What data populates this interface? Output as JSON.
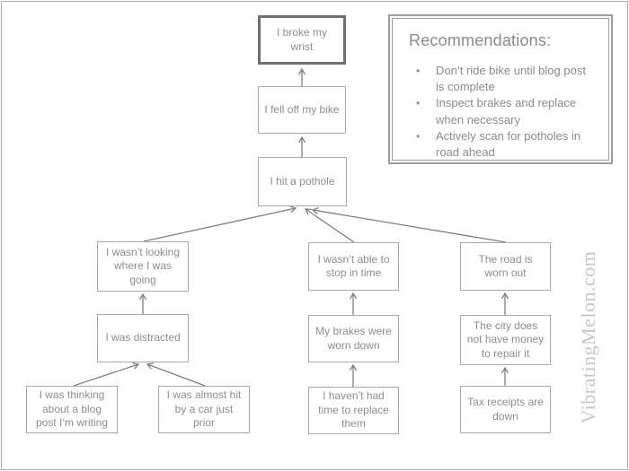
{
  "page": {
    "background_color": "#ffffff",
    "border_color": "#adadad"
  },
  "diagram": {
    "type": "cause-tree",
    "colors": {
      "node_border": "#a8a8a8",
      "node_border_emphasis": "#6f6f6f",
      "node_text": "#8d8d8d",
      "arrow": "#7f7f7f"
    },
    "nodes": [
      {
        "id": "broke-wrist",
        "label": "I broke my wrist",
        "emphasis": true
      },
      {
        "id": "fell-off-bike",
        "label": "I fell off my bike"
      },
      {
        "id": "hit-pothole",
        "label": "I hit a pothole"
      },
      {
        "id": "wasnt-looking",
        "label": "I wasn’t looking where I was going"
      },
      {
        "id": "distracted",
        "label": "I was distracted"
      },
      {
        "id": "thinking-blog-post",
        "label": "I was thinking about a blog post I’m writing"
      },
      {
        "id": "almost-hit-by-car",
        "label": "I was almost hit by a car just prior"
      },
      {
        "id": "couldnt-stop",
        "label": "I wasn’t able to stop in time"
      },
      {
        "id": "brakes-worn",
        "label": "My brakes were worn down"
      },
      {
        "id": "no-time-to-replace",
        "label": "I haven’t had time to replace them"
      },
      {
        "id": "road-worn-out",
        "label": "The road is worn out"
      },
      {
        "id": "city-no-money",
        "label": "The city does not have money to repair it"
      },
      {
        "id": "tax-receipts-down",
        "label": "Tax receipts are down"
      }
    ],
    "edges": [
      {
        "from": "fell-off-bike",
        "to": "broke-wrist"
      },
      {
        "from": "hit-pothole",
        "to": "fell-off-bike"
      },
      {
        "from": "wasnt-looking",
        "to": "hit-pothole"
      },
      {
        "from": "couldnt-stop",
        "to": "hit-pothole"
      },
      {
        "from": "road-worn-out",
        "to": "hit-pothole"
      },
      {
        "from": "distracted",
        "to": "wasnt-looking"
      },
      {
        "from": "thinking-blog-post",
        "to": "distracted"
      },
      {
        "from": "almost-hit-by-car",
        "to": "distracted"
      },
      {
        "from": "brakes-worn",
        "to": "couldnt-stop"
      },
      {
        "from": "no-time-to-replace",
        "to": "brakes-worn"
      },
      {
        "from": "city-no-money",
        "to": "road-worn-out"
      },
      {
        "from": "tax-receipts-down",
        "to": "city-no-money"
      }
    ]
  },
  "recommendations": {
    "title": "Recommendations:",
    "bullet": "•",
    "items": [
      "Don’t ride bike until blog post is complete",
      "Inspect brakes and replace when necessary",
      "Actively scan for potholes in road ahead"
    ]
  },
  "watermark": {
    "text": "VibratingMelon.com"
  }
}
